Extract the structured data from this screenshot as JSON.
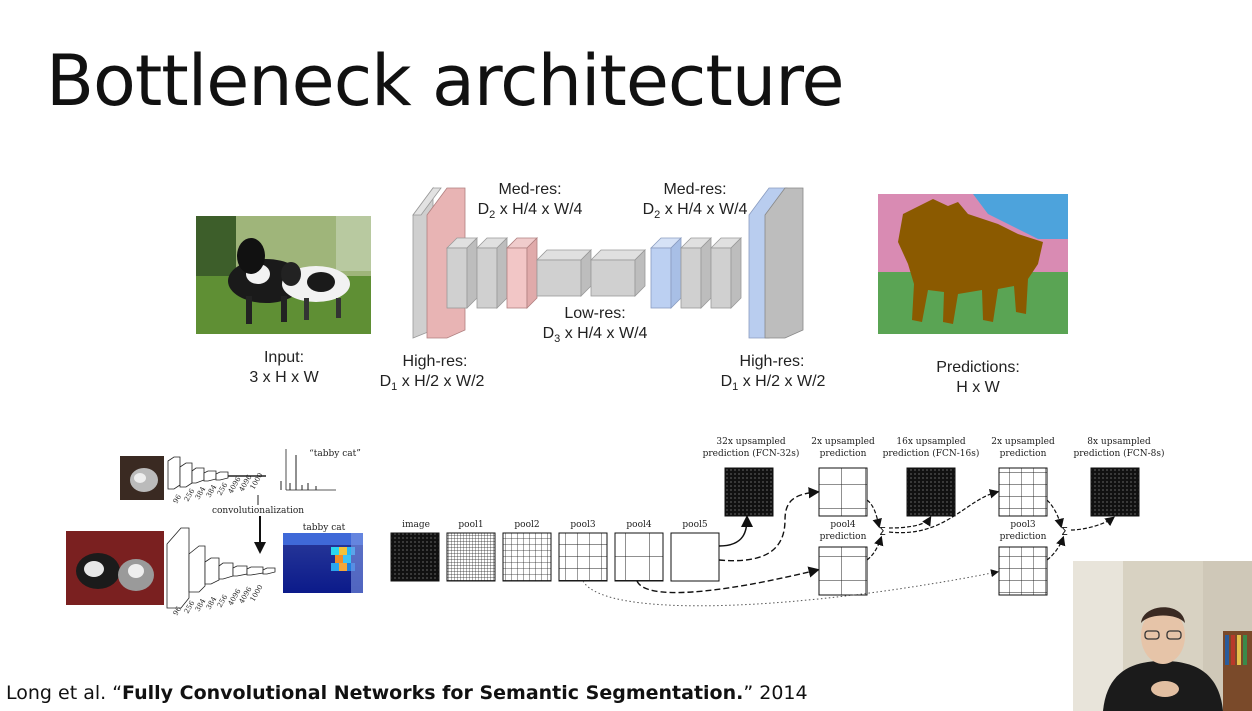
{
  "title": "Bottleneck architecture",
  "top_diagram": {
    "input_label": "Input:",
    "input_dims": "3 x H x W",
    "high_res_left_label": "High-res:",
    "high_res_left_dims_pre": "D",
    "high_res_left_dims_sub": "1",
    "high_res_left_dims_post": " x H/2 x W/2",
    "med_res_left_label": "Med-res:",
    "med_res_left_dims_pre": "D",
    "med_res_left_dims_sub": "2",
    "med_res_left_dims_post": " x H/4 x W/4",
    "low_res_label": "Low-res:",
    "low_res_dims_pre": "D",
    "low_res_dims_sub": "3",
    "low_res_dims_post": " x H/4 x W/4",
    "med_res_right_label": "Med-res:",
    "med_res_right_dims_pre": "D",
    "med_res_right_dims_sub": "2",
    "med_res_right_dims_post": " x H/4 x W/4",
    "high_res_right_label": "High-res:",
    "high_res_right_dims_pre": "D",
    "high_res_right_dims_sub": "1",
    "high_res_right_dims_post": " x H/2 x W/2",
    "predictions_label": "Predictions:",
    "predictions_dims": "H x W"
  },
  "bottom_left": {
    "tabby_label": "“tabby cat”",
    "convolutionalization": "convolutionalization",
    "heatmap_label": "tabby cat heatmap",
    "layer_sizes_top": [
      "96",
      "256",
      "384",
      "384",
      "256",
      "4096",
      "4096",
      "1000"
    ],
    "layer_sizes_bottom": [
      "96",
      "256",
      "384",
      "384",
      "256",
      "4096",
      "4096",
      "1000"
    ]
  },
  "bottom_right": {
    "stages": [
      "image",
      "pool1",
      "pool2",
      "pool3",
      "pool4",
      "pool5"
    ],
    "up32_line1": "32x upsampled",
    "up32_line2": "prediction (FCN-32s)",
    "up2a_line1": "2x upsampled",
    "up2a_line2": "prediction",
    "up16_line1": "16x upsampled",
    "up16_line2": "prediction (FCN-16s)",
    "up2b_line1": "2x upsampled",
    "up2b_line2": "prediction",
    "up8_line1": "8x upsampled",
    "up8_line2": "prediction (FCN-8s)",
    "pool4_pred_line1": "pool4",
    "pool4_pred_line2": "prediction",
    "pool3_pred_line1": "pool3",
    "pool3_pred_line2": "prediction"
  },
  "citation": {
    "authors": "Long et al. “",
    "paper": "Fully Convolutional Networks for Semantic Segmentation.",
    "closing": "” 2014"
  },
  "colors": {
    "red_layer": "#e8b4b4",
    "blue_layer": "#b9cdef",
    "gray_layer": "#cfcfcf",
    "pred_brown": "#8b5a00",
    "pred_pink": "#d98bb3",
    "pred_green": "#5aa454",
    "pred_blue": "#4da3dc"
  }
}
